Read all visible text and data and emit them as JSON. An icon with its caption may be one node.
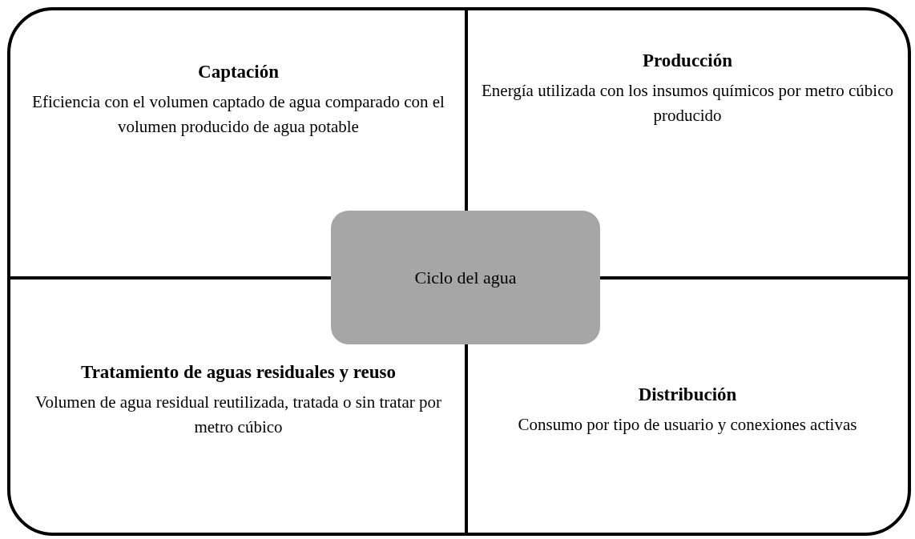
{
  "diagram": {
    "nodes": [
      {
        "text": [
          "Captación",
          "Eficiencia con el  volumen captado de agua comparado con el volumen producido de agua potable"
        ]
      },
      {
        "text": [
          "Producción",
          "Energía utilizada con los insumos químicos por metro cúbico producido"
        ]
      },
      {
        "text": [
          "Tratamiento de aguas residuales y reuso",
          "Volumen de agua residual reutilizada, tratada o sin tratar por metro cúbico"
        ]
      },
      {
        "text": [
          "Distribución",
          "Consumo por tipo de usuario y conexiones activas"
        ]
      },
      {
        "text": [
          "Ciclo del agua"
        ]
      }
    ],
    "edges": []
  }
}
